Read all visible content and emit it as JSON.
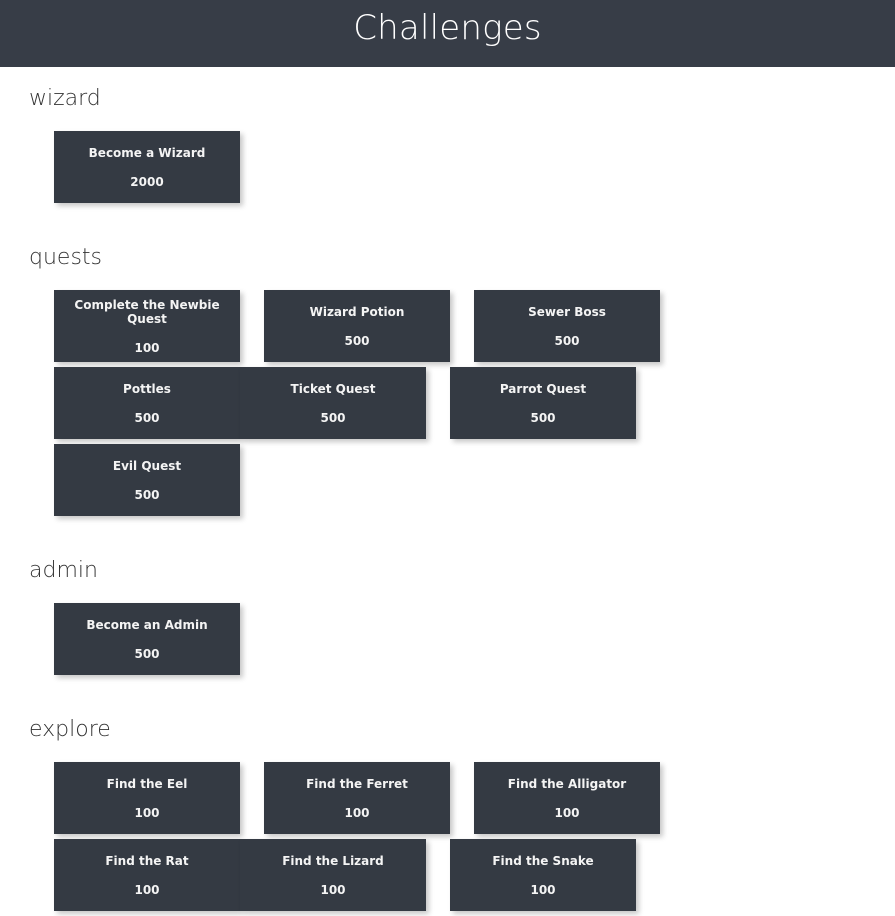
{
  "header": {
    "title": "Challenges",
    "background_color": "#373d47",
    "text_color": "#ffffff"
  },
  "theme": {
    "page_background": "#ffffff",
    "card_background": "#343a43",
    "card_text_color": "#f4f4f4",
    "heading_color": "#333333"
  },
  "sections": [
    {
      "id": "wizard",
      "title": "wizard",
      "cards": [
        {
          "name": "Become a Wizard",
          "points": "2000"
        }
      ]
    },
    {
      "id": "quests",
      "title": "quests",
      "cards": [
        {
          "name": "Complete the Newbie Quest",
          "points": "100"
        },
        {
          "name": "Wizard Potion",
          "points": "500"
        },
        {
          "name": "Sewer Boss",
          "points": "500"
        },
        {
          "name": "Pottles",
          "points": "500"
        },
        {
          "name": "Ticket Quest",
          "points": "500"
        },
        {
          "name": "Parrot Quest",
          "points": "500"
        },
        {
          "name": "Evil Quest",
          "points": "500"
        }
      ]
    },
    {
      "id": "admin",
      "title": "admin",
      "cards": [
        {
          "name": "Become an Admin",
          "points": "500"
        }
      ]
    },
    {
      "id": "explore",
      "title": "explore",
      "cards": [
        {
          "name": "Find the Eel",
          "points": "100"
        },
        {
          "name": "Find the Ferret",
          "points": "100"
        },
        {
          "name": "Find the Alligator",
          "points": "100"
        },
        {
          "name": "Find the Rat",
          "points": "100"
        },
        {
          "name": "Find the Lizard",
          "points": "100"
        },
        {
          "name": "Find the Snake",
          "points": "100"
        }
      ]
    }
  ]
}
